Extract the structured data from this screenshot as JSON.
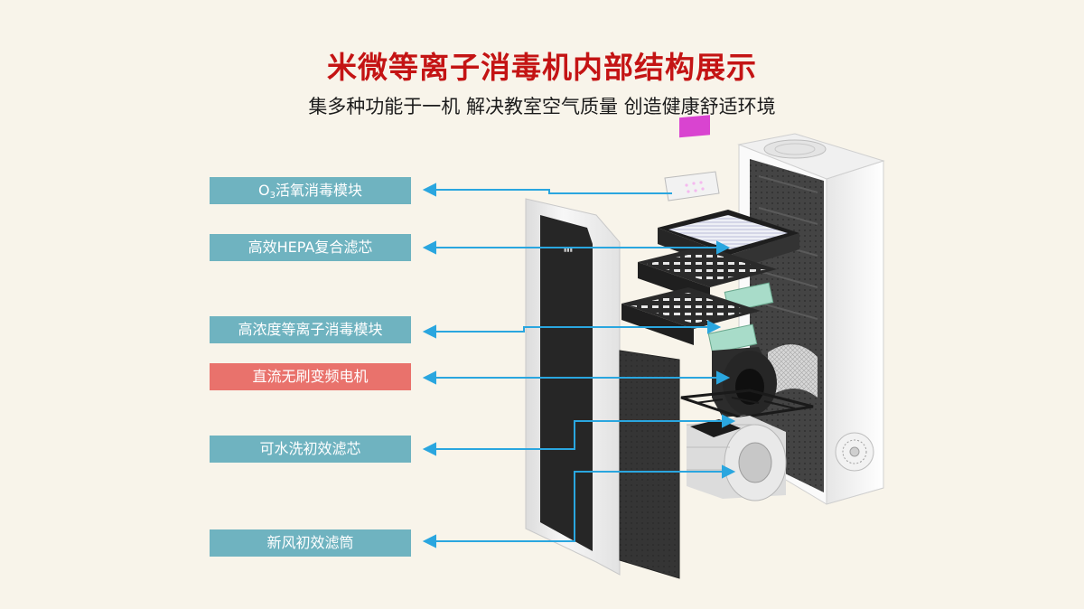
{
  "header": {
    "title": "米微等离子消毒机内部结构展示",
    "subtitle": "集多种功能于一机 解决教室空气质量 创造健康舒适环境"
  },
  "labels": {
    "o3_prefix": "O",
    "o3_sub": "3",
    "o3_rest": "活氧消毒模块",
    "hepa": "高效HEPA复合滤芯",
    "plasma": "高浓度等离子消毒模块",
    "motor": "直流无刷变频电机",
    "washable": "可水洗初效滤芯",
    "fresh_air": "新风初效滤筒"
  },
  "colors": {
    "title": "#c41414",
    "label_bg": "#6fb3c0",
    "label_highlight": "#e9726c",
    "arrow": "#2aa6df",
    "background": "#f8f4ea"
  }
}
